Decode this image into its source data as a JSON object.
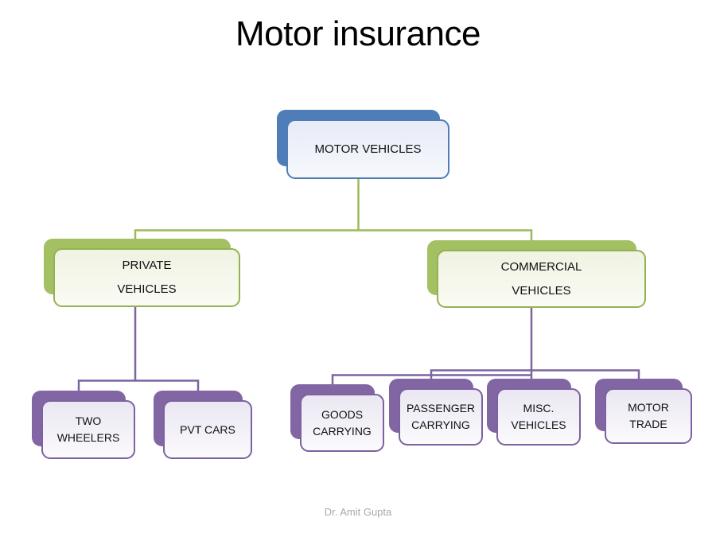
{
  "title": "Motor insurance",
  "footer": "Dr. Amit Gupta",
  "colors": {
    "blue": "#4e7db8",
    "green": "#9bbb59",
    "purple": "#8064a2",
    "footer_text": "#a9a9a9"
  },
  "diagram": {
    "type": "hierarchy",
    "nodes": {
      "motor_vehicles": {
        "label": "MOTOR VEHICLES",
        "color": "blue",
        "parent": null
      },
      "private_vehicles": {
        "label": "PRIVATE\nVEHICLES",
        "color": "green",
        "parent": "motor_vehicles"
      },
      "commercial_vehicles": {
        "label": "COMMERCIAL\nVEHICLES",
        "color": "green",
        "parent": "motor_vehicles"
      },
      "two_wheelers": {
        "label": "TWO\nWHEELERS",
        "color": "purple",
        "parent": "private_vehicles"
      },
      "pvt_cars": {
        "label": "PVT CARS",
        "color": "purple",
        "parent": "private_vehicles"
      },
      "goods_carrying": {
        "label": "GOODS\nCARRYING",
        "color": "purple",
        "parent": "commercial_vehicles"
      },
      "passenger_carrying": {
        "label": "PASSENGER\nCARRYING",
        "color": "purple",
        "parent": "commercial_vehicles"
      },
      "misc_vehicles": {
        "label": "MISC.\nVEHICLES",
        "color": "purple",
        "parent": "commercial_vehicles"
      },
      "motor_trade": {
        "label": "MOTOR\nTRADE",
        "color": "purple",
        "parent": "commercial_vehicles"
      }
    }
  }
}
